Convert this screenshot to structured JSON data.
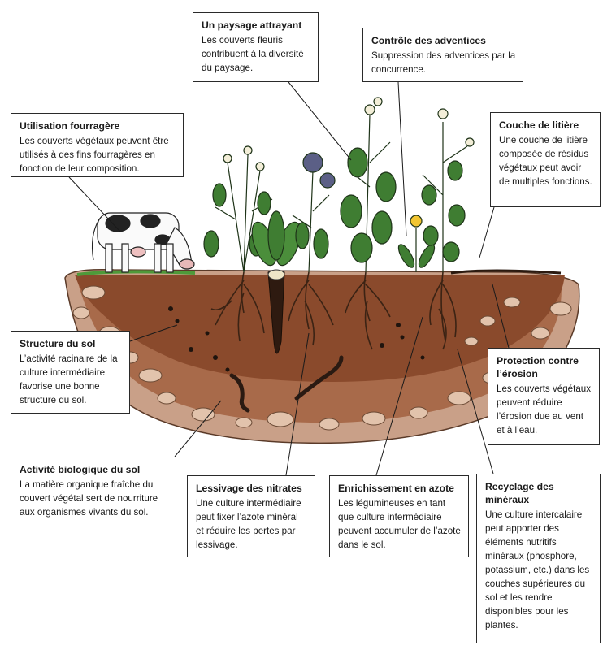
{
  "boxes": {
    "paysage": {
      "title": "Un paysage attrayant",
      "text": "Les couverts fleuris contribuent à la diversité du paysage."
    },
    "adventices": {
      "title": "Contrôle des adventices",
      "text": "Suppression des adventices par la concurrence."
    },
    "fourrage": {
      "title": "Utilisation fourragère",
      "text": "Les couverts végétaux peuvent être utilisés à des fins fourragères en fonction de leur composition."
    },
    "litiere": {
      "title": "Couche de litière",
      "text": "Une couche de litière composée de résidus végétaux peut avoir de multiples fonctions."
    },
    "structure": {
      "title": "Structure du sol",
      "text": "L’activité racinaire de la culture intermédiaire favorise une bonne structure du sol."
    },
    "erosion": {
      "title": "Protection contre l’érosion",
      "text": "Les couverts végétaux peuvent réduire l’érosion due au vent et à l’eau."
    },
    "biologique": {
      "title": "Activité biologique du sol",
      "text": "La matière organique fraîche du couvert végétal sert de nourriture aux organismes vivants du sol."
    },
    "nitrates": {
      "title": "Lessivage des nitrates",
      "text": "Une culture intermédiaire peut fixer l’azote minéral et réduire les pertes par lessivage."
    },
    "azote": {
      "title": "Enrichissement en azote",
      "text": "Les légumineuses en tant que culture intermédiaire peuvent accumuler de l’azote dans le sol."
    },
    "recyclage": {
      "title": "Recyclage des minéraux",
      "text": "Une culture intercalaire peut apporter des éléments nutritifs minéraux (phosphore, potassium, etc.) dans les couches supérieures du sol et les rendre disponibles pour les plantes."
    }
  },
  "colors": {
    "soil_top": "#8a4a2c",
    "soil_mid": "#a86a4a",
    "soil_outer": "#c9a088",
    "stone": "#e2c3ac",
    "grass": "#4e9a3a",
    "leaf": "#3f7d32",
    "root": "#3b2314"
  }
}
